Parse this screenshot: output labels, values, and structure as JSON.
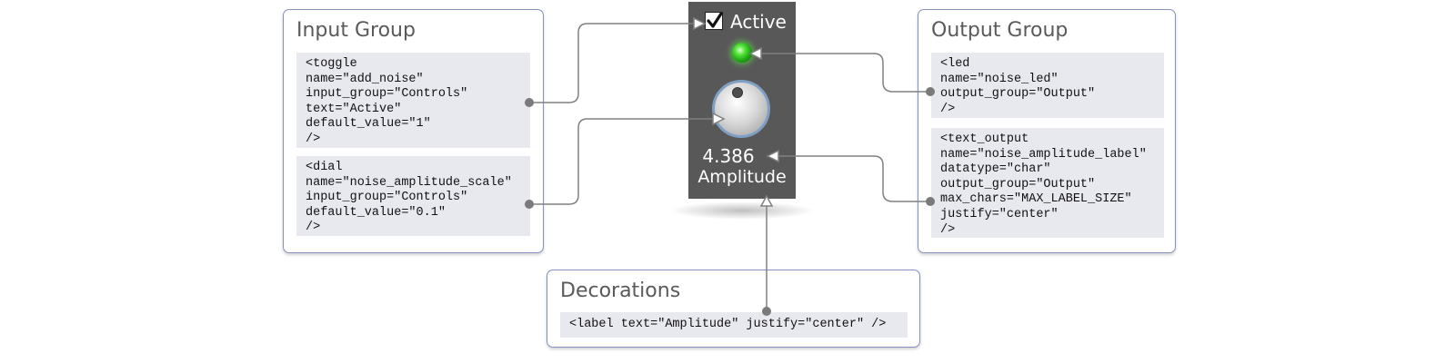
{
  "widget": {
    "toggle_text": "Active",
    "toggle_checked": true,
    "led_state": "on",
    "led_color": "#3fd42a",
    "dial_value": "4.386",
    "amplitude_label": "Amplitude",
    "background_color": "#585858"
  },
  "input_group": {
    "title": "Input Group",
    "blocks": [
      "<toggle\nname=\"add_noise\"\ninput_group=\"Controls\"\ntext=\"Active\"\ndefault_value=\"1\"\n/>",
      "<dial\nname=\"noise_amplitude_scale\"\ninput_group=\"Controls\"\ndefault_value=\"0.1\"\n/>"
    ]
  },
  "output_group": {
    "title": "Output Group",
    "blocks": [
      "<led\nname=\"noise_led\"\noutput_group=\"Output\"\n/>",
      "<text_output\nname=\"noise_amplitude_label\"\ndatatype=\"char\"\noutput_group=\"Output\"\nmax_chars=\"MAX_LABEL_SIZE\"\njustify=\"center\"\n/>"
    ]
  },
  "decorations": {
    "title": "Decorations",
    "code": "<label text=\"Amplitude\" justify=\"center\" />"
  },
  "colors": {
    "box_border": "#8791be",
    "code_background": "#e8e8ef",
    "connector": "#808080",
    "dial_ring": "#7f9fc4"
  }
}
